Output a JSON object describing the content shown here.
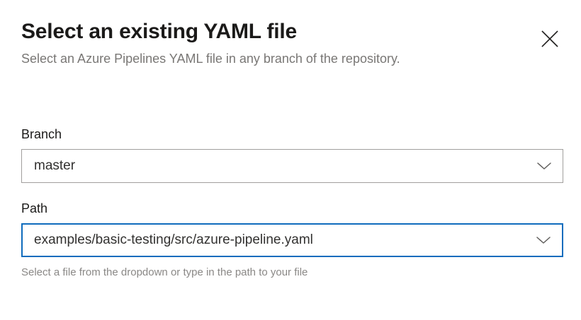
{
  "dialog": {
    "title": "Select an existing YAML file",
    "subtitle": "Select an Azure Pipelines YAML file in any branch of the repository.",
    "close_icon": "close-icon",
    "accent_color": "#0f6cbd",
    "border_color": "#a19f9d",
    "title_color": "#1b1a19",
    "subtitle_color": "#797775",
    "help_color": "#8a8886"
  },
  "fields": {
    "branch": {
      "label": "Branch",
      "value": "master",
      "placeholder": "",
      "caret_icon": "chevron-down-icon",
      "focused": false
    },
    "path": {
      "label": "Path",
      "value": "examples/basic-testing/src/azure-pipeline.yaml",
      "placeholder": "",
      "caret_icon": "chevron-down-icon",
      "focused": true,
      "help": "Select a file from the dropdown or type in the path to your file"
    }
  }
}
